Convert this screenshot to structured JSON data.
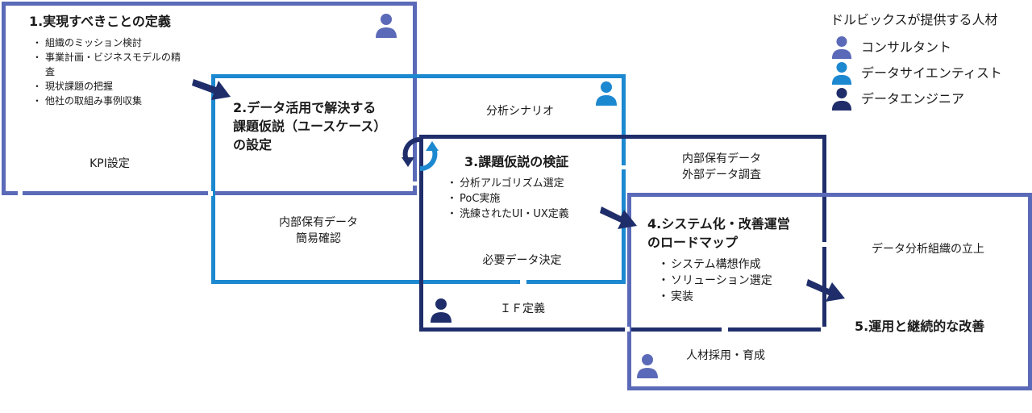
{
  "colors": {
    "primary": "#5b6ab8",
    "secondary": "#1c88d0",
    "tertiary": "#1f2e6b"
  },
  "legend": {
    "title": "ドルビックスが提供する人材",
    "items": [
      {
        "label": "コンサルタント",
        "color": "#5b6ab8",
        "icon": "person-icon"
      },
      {
        "label": "データサイエンティスト",
        "color": "#1c88d0",
        "icon": "person-icon"
      },
      {
        "label": "データエンジニア",
        "color": "#1f2e6b",
        "icon": "person-icon"
      }
    ]
  },
  "steps": {
    "s1": {
      "title": "1.実現すべきことの定義",
      "bullets": [
        "組織のミッション検討",
        "事業計画・ビジネスモデルの精査",
        "現状課題の把握",
        "他社の取組み事例収集"
      ],
      "bottom_label": "KPI設定"
    },
    "s2": {
      "title_lines": [
        "2.データ活用で解決する",
        "課題仮説（ユースケース）",
        "の設定"
      ],
      "top_label": "分析シナリオ",
      "bottom_label": "内部保有データ\n簡易確認"
    },
    "s3": {
      "title": "3.課題仮説の検証",
      "bullets": [
        "分析アルゴリズム選定",
        "PoC実施",
        "洗練されたUI・UX定義"
      ],
      "inner_label": "必要データ決定",
      "bottom_label": "ＩＦ定義",
      "top_label": "内部保有データ\n外部データ調査"
    },
    "s4": {
      "title_lines": [
        "4.システム化・改善運営",
        "のロードマップ"
      ],
      "bullets": [
        "システム構想作成",
        "ソリューション選定",
        "実装"
      ],
      "bottom_label": "人材採用・育成"
    },
    "s5": {
      "title": "5.運用と継続的な改善",
      "top_label": "データ分析組織の立上"
    }
  }
}
